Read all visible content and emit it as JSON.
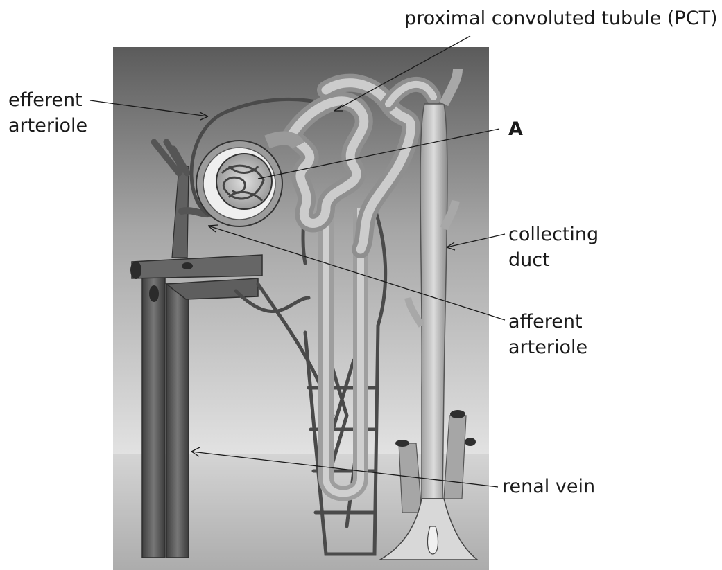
{
  "labels": {
    "pct": "proximal convoluted tubule (PCT)",
    "efferent": [
      "efferent",
      "arteriole"
    ],
    "a": "A",
    "collecting": [
      "collecting",
      "duct"
    ],
    "afferent": [
      "afferent",
      "arteriole"
    ],
    "renal_vein": "renal vein"
  },
  "colors": {
    "background_top": "#5c5c5c",
    "background_bottom": "#d8d8d8",
    "tubule": "#b4b4b4",
    "vessel": "#5a5a5a",
    "capillary": "#4a4a4a",
    "line": "#1a1a1a"
  }
}
